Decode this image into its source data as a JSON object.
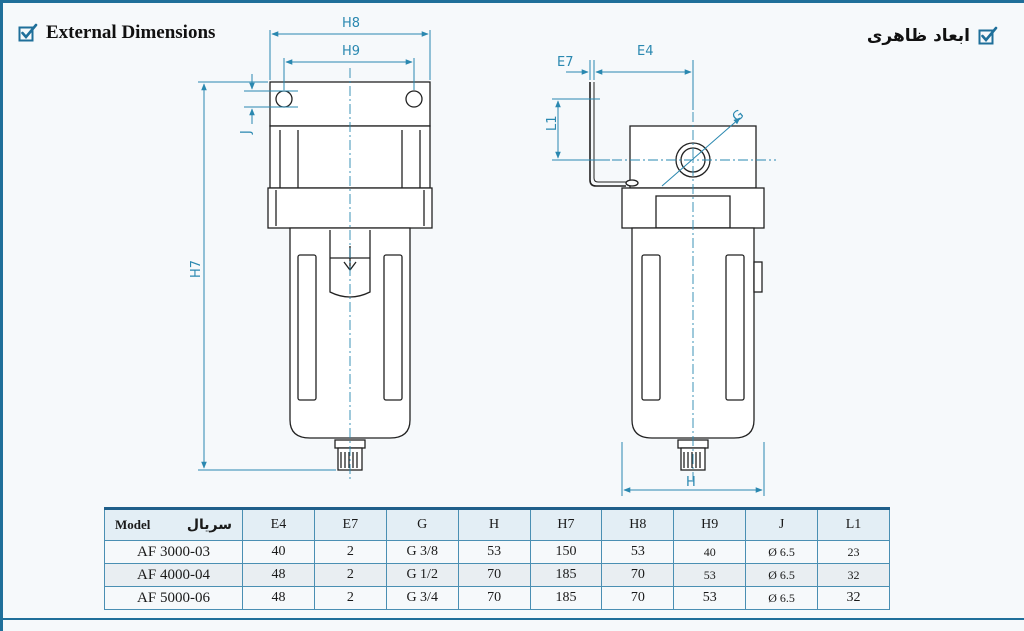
{
  "heading_en": "External Dimensions",
  "heading_fa": "ابعاد ظاهری",
  "colors": {
    "accent": "#1f6f9a",
    "dimension": "#2a88b0",
    "line": "#222222"
  },
  "icons": [
    "checkbox-checked-icon"
  ],
  "front_view_labels": {
    "h8": "H8",
    "h9": "H9",
    "j": "J",
    "h7": "H7"
  },
  "side_view_labels": {
    "e7": "E7",
    "e4": "E4",
    "l1": "L1",
    "g": "G",
    "h": "H"
  },
  "table": {
    "model_label": "Model",
    "model_label_fa": "سریال",
    "columns": [
      "E4",
      "E7",
      "G",
      "H",
      "H7",
      "H8",
      "H9",
      "J",
      "L1"
    ],
    "rows": [
      {
        "model": "AF 3000-03",
        "values": [
          "40",
          "2",
          "G 3/8",
          "53",
          "150",
          "53",
          "40",
          "Ø 6.5",
          "23"
        ]
      },
      {
        "model": "AF 4000-04",
        "values": [
          "48",
          "2",
          "G 1/2",
          "70",
          "185",
          "70",
          "53",
          "Ø 6.5",
          "32"
        ]
      },
      {
        "model": "AF 5000-06",
        "values": [
          "48",
          "2",
          "G 3/4",
          "70",
          "185",
          "70",
          "53",
          "Ø 6.5",
          "32"
        ]
      }
    ]
  }
}
